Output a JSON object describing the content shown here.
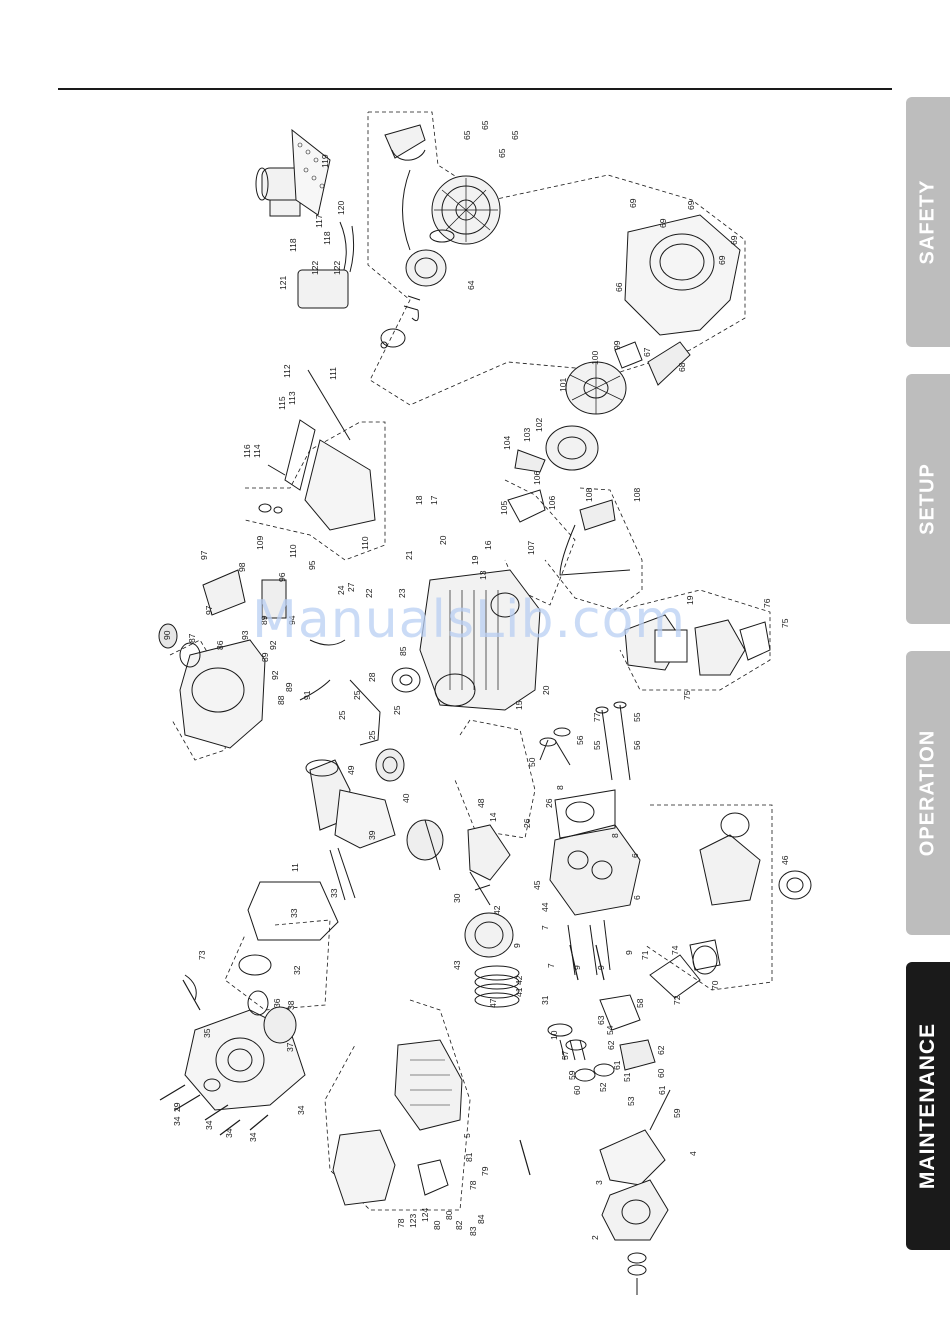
{
  "tabs": [
    {
      "label": "SAFETY",
      "active": false
    },
    {
      "label": "SETUP",
      "active": false
    },
    {
      "label": "OPERATION",
      "active": false
    },
    {
      "label": "MAINTENANCE",
      "active": true
    }
  ],
  "watermark": "ManualsLib.com",
  "callouts": [
    "65",
    "65",
    "65",
    "65",
    "119",
    "117",
    "120",
    "118",
    "118",
    "121",
    "122",
    "122",
    "64",
    "69",
    "69",
    "69",
    "69",
    "69",
    "66",
    "99",
    "100",
    "67",
    "68",
    "101",
    "102",
    "103",
    "104",
    "106",
    "106",
    "105",
    "108",
    "108",
    "107",
    "112",
    "111",
    "115",
    "113",
    "116",
    "114",
    "109",
    "110",
    "110",
    "18",
    "17",
    "20",
    "16",
    "21",
    "19",
    "13",
    "97",
    "98",
    "96",
    "97",
    "24",
    "27",
    "22",
    "23",
    "89",
    "95",
    "94",
    "93",
    "92",
    "89",
    "92",
    "88",
    "91",
    "89",
    "90",
    "87",
    "86",
    "85",
    "28",
    "25",
    "25",
    "25",
    "25",
    "15",
    "20",
    "19",
    "76",
    "75",
    "75",
    "77",
    "55",
    "55",
    "56",
    "56",
    "50",
    "49",
    "40",
    "39",
    "48",
    "14",
    "26",
    "26",
    "8",
    "8",
    "6",
    "6",
    "11",
    "33",
    "33",
    "30",
    "45",
    "42",
    "44",
    "7",
    "7",
    "9",
    "9",
    "9",
    "9",
    "43",
    "42",
    "41",
    "47",
    "46",
    "71",
    "74",
    "70",
    "72",
    "73",
    "32",
    "36",
    "38",
    "35",
    "37",
    "29",
    "34",
    "34",
    "34",
    "34",
    "34",
    "31",
    "10",
    "63",
    "54",
    "58",
    "57",
    "62",
    "62",
    "59",
    "52",
    "51",
    "60",
    "60",
    "53",
    "61",
    "61",
    "59",
    "4",
    "3",
    "2",
    "5",
    "81",
    "79",
    "78",
    "78",
    "123",
    "124",
    "80",
    "80",
    "82",
    "83",
    "84",
    "84"
  ]
}
